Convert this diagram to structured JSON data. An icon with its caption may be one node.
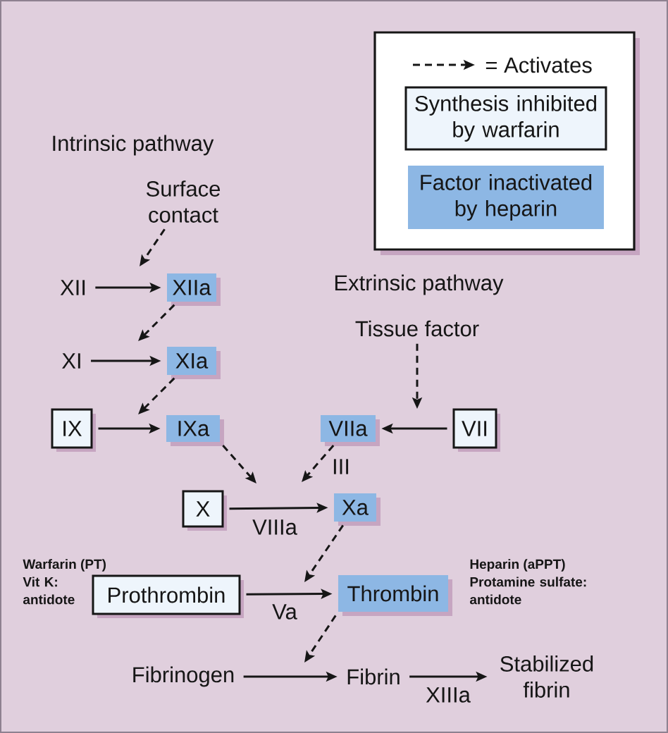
{
  "diagram": {
    "nodes": [
      {
        "text": [
          "Surface contact"
        ]
      },
      {
        "text": [
          "XII"
        ]
      },
      {
        "text": [
          "XIIa"
        ]
      },
      {
        "text": [
          "Tissue factor"
        ]
      },
      {
        "text": [
          "XI"
        ]
      },
      {
        "text": [
          "XIa"
        ]
      },
      {
        "text": [
          "IX"
        ]
      },
      {
        "text": [
          "IXa"
        ]
      },
      {
        "text": [
          "VIIa"
        ]
      },
      {
        "text": [
          "VII"
        ]
      },
      {
        "text": [
          "X"
        ]
      },
      {
        "text": [
          "Xa"
        ]
      },
      {
        "text": [
          "Prothrombin"
        ],
        "beside": [
          "Warfarin (PT)",
          "Vit K: antidote"
        ]
      },
      {
        "text": [
          "Thrombin"
        ],
        "beside": [
          "Heparin (aPPT)",
          "Protamine sulfate: antidote"
        ]
      },
      {
        "text": [
          "Fibrinogen"
        ]
      },
      {
        "text": [
          "Fibrin"
        ]
      },
      {
        "text": [
          "Stabilized fibrin"
        ]
      }
    ],
    "edges": [
      {
        "from": 0,
        "to": null,
        "arrow": "to",
        "style": "dashed"
      },
      {
        "from": 1,
        "to": 2,
        "arrow": "to"
      },
      {
        "from": 2,
        "to": null,
        "arrow": "to",
        "style": "dashed"
      },
      {
        "from": 4,
        "to": 5,
        "arrow": "to"
      },
      {
        "from": 5,
        "to": null,
        "arrow": "to",
        "style": "dashed"
      },
      {
        "from": 6,
        "to": 7,
        "arrow": "to"
      },
      {
        "from": 3,
        "to": null,
        "arrow": "to",
        "style": "dashed"
      },
      {
        "from": 9,
        "to": 8,
        "arrow": "to"
      },
      {
        "from": 7,
        "to": null,
        "arrow": "to",
        "style": "dashed"
      },
      {
        "from": 8,
        "to": null,
        "arrow": "to",
        "style": "dashed",
        "label": "III"
      },
      {
        "from": 10,
        "to": 11,
        "arrow": "to",
        "label": "VIIIa"
      },
      {
        "from": 11,
        "to": null,
        "arrow": "to",
        "style": "dashed"
      },
      {
        "from": 12,
        "to": 13,
        "arrow": "to",
        "label": "Va"
      },
      {
        "from": 13,
        "to": null,
        "arrow": "to",
        "style": "dashed"
      },
      {
        "from": 14,
        "to": 15,
        "arrow": "to"
      },
      {
        "from": 15,
        "to": 16,
        "arrow": "to",
        "label": "XIIIa"
      }
    ],
    "labels": [
      "Intrinsic pathway",
      "Extrinsic pathway"
    ],
    "legend": [
      {
        "text": "= Activates"
      },
      {
        "text": "Synthesis inhibited by warfarin"
      },
      {
        "text": "Factor inactivated by heparin",
        "color": "#8db7e4"
      }
    ]
  }
}
